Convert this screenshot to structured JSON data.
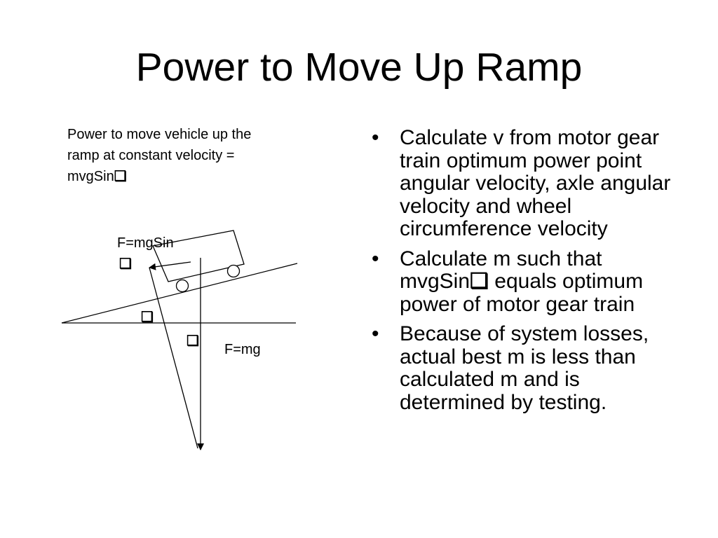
{
  "slide": {
    "title": "Power to Move Up Ramp",
    "caption": {
      "line1": "Power to move vehicle up the",
      "line2": "ramp at constant velocity =",
      "line3": "mvgSin",
      "line3_symbol": "❑"
    },
    "bullets": [
      {
        "text": "Calculate v from motor gear train optimum power point angular velocity, axle angular velocity and wheel circumference velocity"
      },
      {
        "text_before": "Calculate m such that mvgSin",
        "symbol": "❑",
        "text_after": " equals optimum power of motor gear train"
      },
      {
        "text": "Because of system losses, actual best m is less than calculated m and is determined by testing."
      }
    ]
  },
  "diagram": {
    "force_parallel_label": "F=mgSin",
    "force_parallel_symbol": "❑",
    "ramp_angle_symbol": "❑",
    "gravity_angle_symbol": "❑",
    "force_gravity_label": "F=mg"
  }
}
